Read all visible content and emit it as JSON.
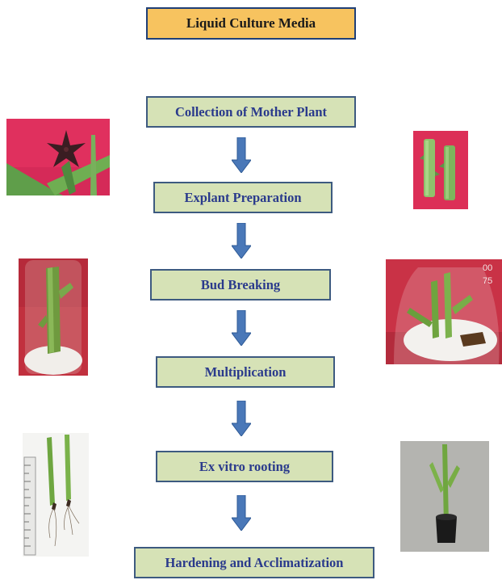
{
  "title": "Liquid Culture Media",
  "steps": [
    "Collection of  Mother Plant",
    "Explant Preparation",
    "Bud Breaking",
    "Multiplication",
    "Ex vitro rooting",
    "Hardening and Acclimatization"
  ],
  "colors": {
    "title_fill": "#f7c35f",
    "step_fill": "#d6e2b6",
    "step_border": "#3d5a80",
    "step_text": "#2a3a8c",
    "arrow": "#4a78b8"
  },
  "icons": {
    "arrow": "down-arrow-icon"
  },
  "photos": {
    "flower": "mother-plant-flower-photo",
    "explants": "explant-pieces-photo",
    "bud_breaking": "bud-breaking-tube-photo",
    "multiplication": "multiplication-flask-photo",
    "rooting": "rooted-shoots-ruler-photo",
    "hardening": "hardened-plant-pot-photo"
  }
}
